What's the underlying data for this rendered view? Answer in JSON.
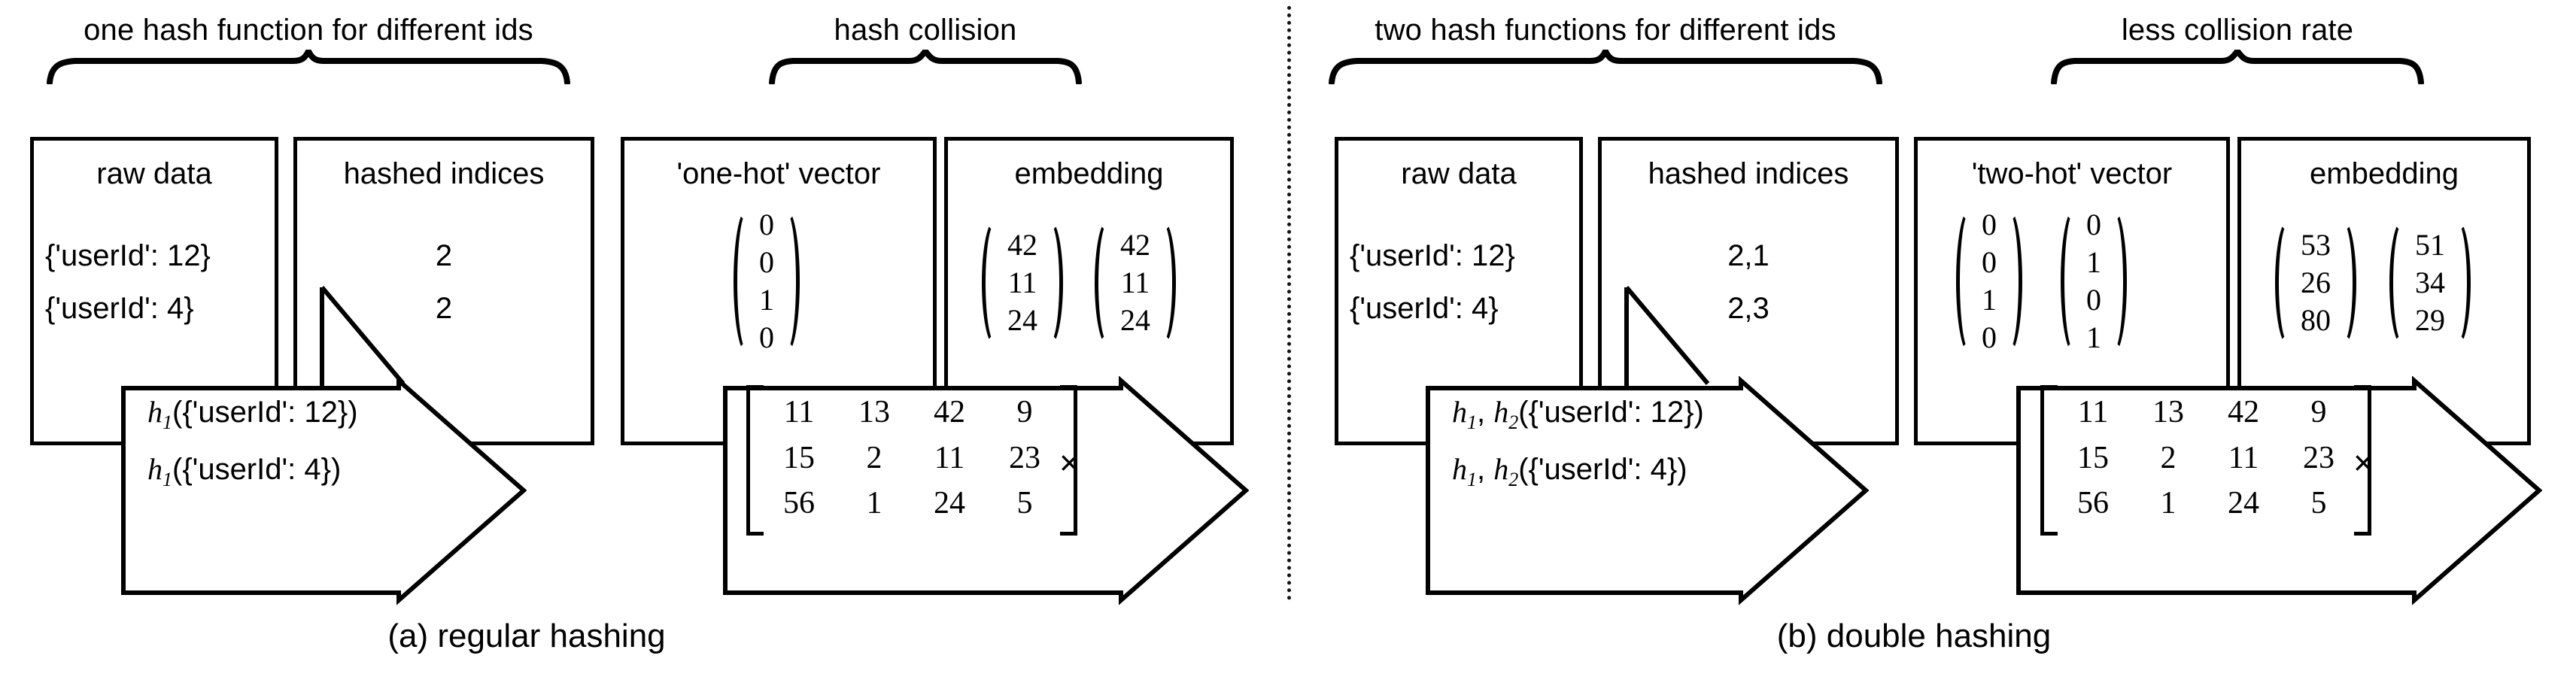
{
  "figure": {
    "title": "Hashing schemes for embedding lookup",
    "divider_style": "dotted-vertical"
  },
  "panels": [
    {
      "id": "a",
      "caption": "(a) regular hashing",
      "braces": [
        {
          "label": "one hash function for different ids"
        },
        {
          "label": "hash collision"
        }
      ],
      "boxes": [
        {
          "id": "raw-data",
          "title": "raw data"
        },
        {
          "id": "hashed-indices",
          "title": "hashed indices"
        },
        {
          "id": "onehot-vector",
          "title": "'one-hot' vector"
        },
        {
          "id": "embedding",
          "title": "embedding"
        }
      ],
      "raw_data_rows": [
        "{'userId': 12}",
        "{'userId': 4}"
      ],
      "hashed_indices": [
        "2",
        "2"
      ],
      "hash_calls": [
        {
          "fn": "h",
          "sub": "1",
          "arg": "({'userId': 12})"
        },
        {
          "fn": "h",
          "sub": "1",
          "arg": "({'userId': 4})"
        }
      ],
      "onehot_vectors": [
        {
          "values": [
            "0",
            "0",
            "1",
            "0"
          ]
        }
      ],
      "matrix": {
        "rows": 3,
        "cols": 4,
        "values": [
          [
            "11",
            "13",
            "42",
            "9"
          ],
          [
            "15",
            "2",
            "11",
            "23"
          ],
          [
            "56",
            "1",
            "24",
            "5"
          ]
        ]
      },
      "multiply_symbol": "×",
      "embedding_vectors": [
        {
          "values": [
            "42",
            "11",
            "24"
          ]
        },
        {
          "values": [
            "42",
            "11",
            "24"
          ]
        }
      ]
    },
    {
      "id": "b",
      "caption": "(b) double hashing",
      "braces": [
        {
          "label": "two hash functions for different ids"
        },
        {
          "label": "less collision rate"
        }
      ],
      "boxes": [
        {
          "id": "raw-data",
          "title": "raw data"
        },
        {
          "id": "hashed-indices",
          "title": "hashed indices"
        },
        {
          "id": "twohot-vector",
          "title": "'two-hot' vector"
        },
        {
          "id": "embedding",
          "title": "embedding"
        }
      ],
      "raw_data_rows": [
        "{'userId': 12}",
        "{'userId': 4}"
      ],
      "hashed_indices": [
        "2,1",
        "2,3"
      ],
      "hash_calls": [
        {
          "fn": "h",
          "sub": "1",
          "fn2": "h",
          "sub2": "2",
          "arg": "({'userId': 12})"
        },
        {
          "fn": "h",
          "sub": "1",
          "fn2": "h",
          "sub2": "2",
          "arg": "({'userId': 4})"
        }
      ],
      "twohot_vectors": [
        {
          "values": [
            "0",
            "0",
            "1",
            "0"
          ]
        },
        {
          "values": [
            "0",
            "1",
            "0",
            "1"
          ]
        }
      ],
      "matrix": {
        "rows": 3,
        "cols": 4,
        "values": [
          [
            "11",
            "13",
            "42",
            "9"
          ],
          [
            "15",
            "2",
            "11",
            "23"
          ],
          [
            "56",
            "1",
            "24",
            "5"
          ]
        ]
      },
      "multiply_symbol": "×",
      "embedding_vectors": [
        {
          "values": [
            "53",
            "26",
            "80"
          ]
        },
        {
          "values": [
            "51",
            "34",
            "29"
          ]
        }
      ]
    }
  ],
  "colors": {
    "stroke": "#000000",
    "background": "#ffffff"
  }
}
